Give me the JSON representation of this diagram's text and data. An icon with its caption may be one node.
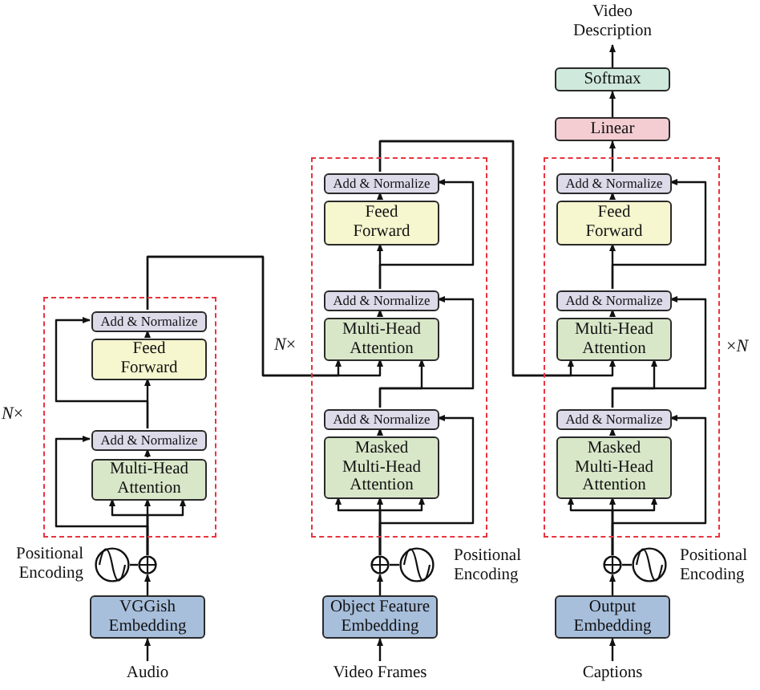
{
  "diagram": {
    "nodes": [
      {
        "text": [
          "*N*×"
        ]
      },
      {
        "text": [
          "Add & Normalize"
        ],
        "in": 0
      },
      {
        "text": [
          "Feed Forward"
        ],
        "in": 0
      },
      {
        "text": [
          "Add & Normalize"
        ],
        "in": 0
      },
      {
        "text": [
          "Multi-Head Attention"
        ],
        "in": 0
      },
      {
        "text": [],
        "shape": "circle"
      },
      {
        "text": [],
        "shape": "circle",
        "beside": [
          "Positional Encoding"
        ]
      },
      {
        "text": [
          "VGGish Embedding"
        ]
      },
      {
        "text": [
          "Audio"
        ]
      },
      {
        "text": [
          "*N*×"
        ]
      },
      {
        "text": [
          "Add & Normalize"
        ],
        "in": 9
      },
      {
        "text": [
          "Feed Forward"
        ],
        "in": 9
      },
      {
        "text": [
          "Add & Normalize"
        ],
        "in": 9
      },
      {
        "text": [
          "Multi-Head Attention"
        ],
        "in": 9
      },
      {
        "text": [
          "Add & Normalize"
        ],
        "in": 9
      },
      {
        "text": [
          "Masked Multi-Head Attention"
        ],
        "in": 9
      },
      {
        "text": [],
        "shape": "circle"
      },
      {
        "text": [],
        "shape": "circle",
        "beside": [
          "Positional Encoding"
        ]
      },
      {
        "text": [
          "Object Feature Embedding"
        ]
      },
      {
        "text": [
          "Video Frames"
        ]
      },
      {
        "text": [
          "Video Description"
        ]
      },
      {
        "text": [
          "Softmax"
        ]
      },
      {
        "text": [
          "Linear"
        ]
      },
      {
        "text": [
          "×*N*"
        ]
      },
      {
        "text": [
          "Add & Normalize"
        ],
        "in": 23
      },
      {
        "text": [
          "Feed Forward"
        ],
        "in": 23
      },
      {
        "text": [
          "Add & Normalize"
        ],
        "in": 23
      },
      {
        "text": [
          "Multi-Head Attention"
        ],
        "in": 23
      },
      {
        "text": [
          "Add & Normalize"
        ],
        "in": 23
      },
      {
        "text": [
          "Masked Multi-Head Attention"
        ],
        "in": 23
      },
      {
        "text": [],
        "shape": "circle"
      },
      {
        "text": [],
        "shape": "circle",
        "beside": [
          "Positional Encoding"
        ]
      },
      {
        "text": [
          "Output Embedding"
        ]
      },
      {
        "text": [
          "Captions"
        ]
      }
    ],
    "edges": [
      {
        "from": 8,
        "to": 7,
        "arrow": "to"
      },
      {
        "from": 7,
        "to": 5,
        "arrow": "to"
      },
      {
        "from": 6,
        "to": 5,
        "arrow": "none"
      },
      {
        "from": 5,
        "to": 4,
        "arrow": "to"
      },
      {
        "from": 4,
        "to": 3,
        "arrow": "to"
      },
      {
        "from": 3,
        "to": 2,
        "arrow": "to"
      },
      {
        "from": 2,
        "to": 1,
        "arrow": "to"
      },
      {
        "from": 5,
        "to": 3,
        "arrow": "to"
      },
      {
        "from": 3,
        "to": 1,
        "arrow": "to"
      },
      {
        "from": 1,
        "to": 13,
        "arrow": "to"
      },
      {
        "from": 19,
        "to": 18,
        "arrow": "to"
      },
      {
        "from": 18,
        "to": 16,
        "arrow": "to"
      },
      {
        "from": 17,
        "to": 16,
        "arrow": "none"
      },
      {
        "from": 16,
        "to": 15,
        "arrow": "to"
      },
      {
        "from": 15,
        "to": 14,
        "arrow": "to"
      },
      {
        "from": 14,
        "to": 13,
        "arrow": "to"
      },
      {
        "from": 13,
        "to": 12,
        "arrow": "to"
      },
      {
        "from": 12,
        "to": 11,
        "arrow": "to"
      },
      {
        "from": 11,
        "to": 10,
        "arrow": "to"
      },
      {
        "from": 16,
        "to": 14,
        "arrow": "to"
      },
      {
        "from": 14,
        "to": 12,
        "arrow": "to"
      },
      {
        "from": 12,
        "to": 10,
        "arrow": "to"
      },
      {
        "from": 10,
        "to": 27,
        "arrow": "to"
      },
      {
        "from": 33,
        "to": 32,
        "arrow": "to"
      },
      {
        "from": 32,
        "to": 30,
        "arrow": "to"
      },
      {
        "from": 31,
        "to": 30,
        "arrow": "none"
      },
      {
        "from": 30,
        "to": 29,
        "arrow": "to"
      },
      {
        "from": 29,
        "to": 28,
        "arrow": "to"
      },
      {
        "from": 28,
        "to": 27,
        "arrow": "to"
      },
      {
        "from": 27,
        "to": 26,
        "arrow": "to"
      },
      {
        "from": 26,
        "to": 25,
        "arrow": "to"
      },
      {
        "from": 25,
        "to": 24,
        "arrow": "to"
      },
      {
        "from": 30,
        "to": 28,
        "arrow": "to"
      },
      {
        "from": 28,
        "to": 26,
        "arrow": "to"
      },
      {
        "from": 26,
        "to": 24,
        "arrow": "to"
      },
      {
        "from": 24,
        "to": 22,
        "arrow": "to"
      },
      {
        "from": 22,
        "to": 21,
        "arrow": "to"
      },
      {
        "from": 21,
        "to": 20,
        "arrow": "to"
      },
      {
        "from": 5,
        "to": 4,
        "arrow": "to"
      },
      {
        "from": 5,
        "to": 4,
        "arrow": "to"
      },
      {
        "from": 16,
        "to": 15,
        "arrow": "to"
      },
      {
        "from": 16,
        "to": 15,
        "arrow": "to"
      },
      {
        "from": 30,
        "to": 29,
        "arrow": "to"
      },
      {
        "from": 30,
        "to": 29,
        "arrow": "to"
      },
      {
        "from": 1,
        "to": 13,
        "arrow": "to"
      },
      {
        "from": 10,
        "to": 27,
        "arrow": "to"
      }
    ]
  }
}
